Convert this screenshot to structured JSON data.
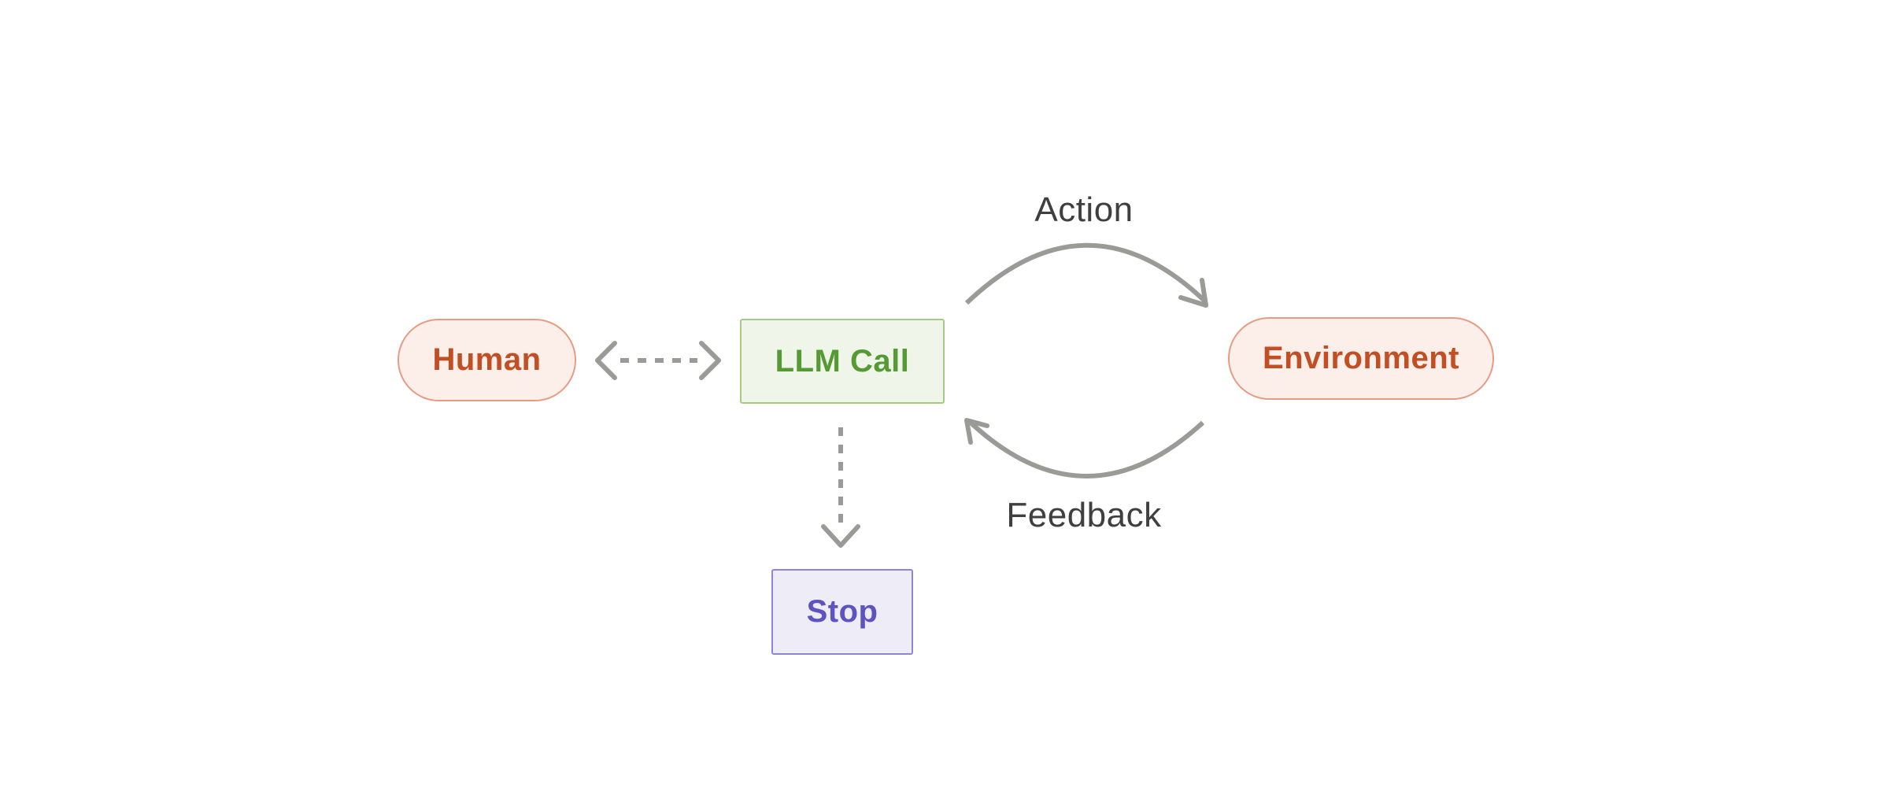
{
  "diagram": {
    "nodes": {
      "human": {
        "label": "Human",
        "shape": "pill",
        "fill": "#FCEFE9",
        "border": "#E89B82",
        "text_color": "#C24E24"
      },
      "llm_call": {
        "label": "LLM Call",
        "shape": "rect",
        "fill": "#EFF5E8",
        "border": "#A6C984",
        "text_color": "#569A34"
      },
      "environment": {
        "label": "Environment",
        "shape": "pill",
        "fill": "#FCEFE9",
        "border": "#E89B82",
        "text_color": "#C24E24"
      },
      "stop": {
        "label": "Stop",
        "shape": "rect",
        "fill": "#EEEDF7",
        "border": "#8D85D6",
        "text_color": "#5D54C0"
      }
    },
    "edges": {
      "human_llm": {
        "from": "human",
        "to": "llm_call",
        "label": "",
        "style": "dashed",
        "direction": "bidirectional"
      },
      "action": {
        "from": "llm_call",
        "to": "environment",
        "label": "Action",
        "style": "solid-curved",
        "direction": "forward"
      },
      "feedback": {
        "from": "environment",
        "to": "llm_call",
        "label": "Feedback",
        "style": "solid-curved",
        "direction": "forward"
      },
      "llm_stop": {
        "from": "llm_call",
        "to": "stop",
        "label": "",
        "style": "dashed",
        "direction": "down"
      }
    },
    "colors": {
      "arrow": "#9A9A96",
      "edge_label_text": "#3F3F3F",
      "background": "#FFFFFF"
    }
  }
}
